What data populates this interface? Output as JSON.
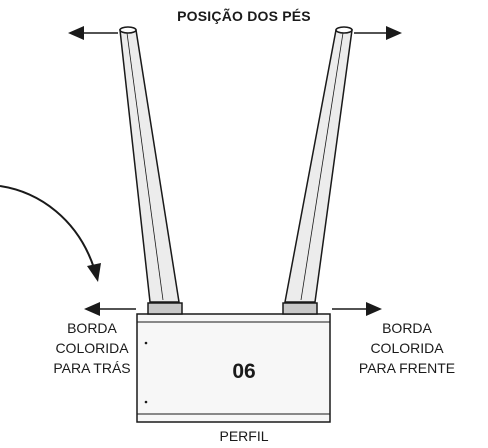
{
  "title": "POSIÇÃO DOS PÉS",
  "left_label": [
    "BORDA",
    "COLORIDA",
    "PARA TRÁS"
  ],
  "right_label": [
    "BORDA",
    "COLORIDA",
    "PARA FRENTE"
  ],
  "profile_number": "06",
  "bottom_label": "PERFIL",
  "colors": {
    "line": "#1a1a1a",
    "leg_fill": "#ececec",
    "cap_fill": "#c8c8c8",
    "box_fill": "#f7f7f7"
  }
}
